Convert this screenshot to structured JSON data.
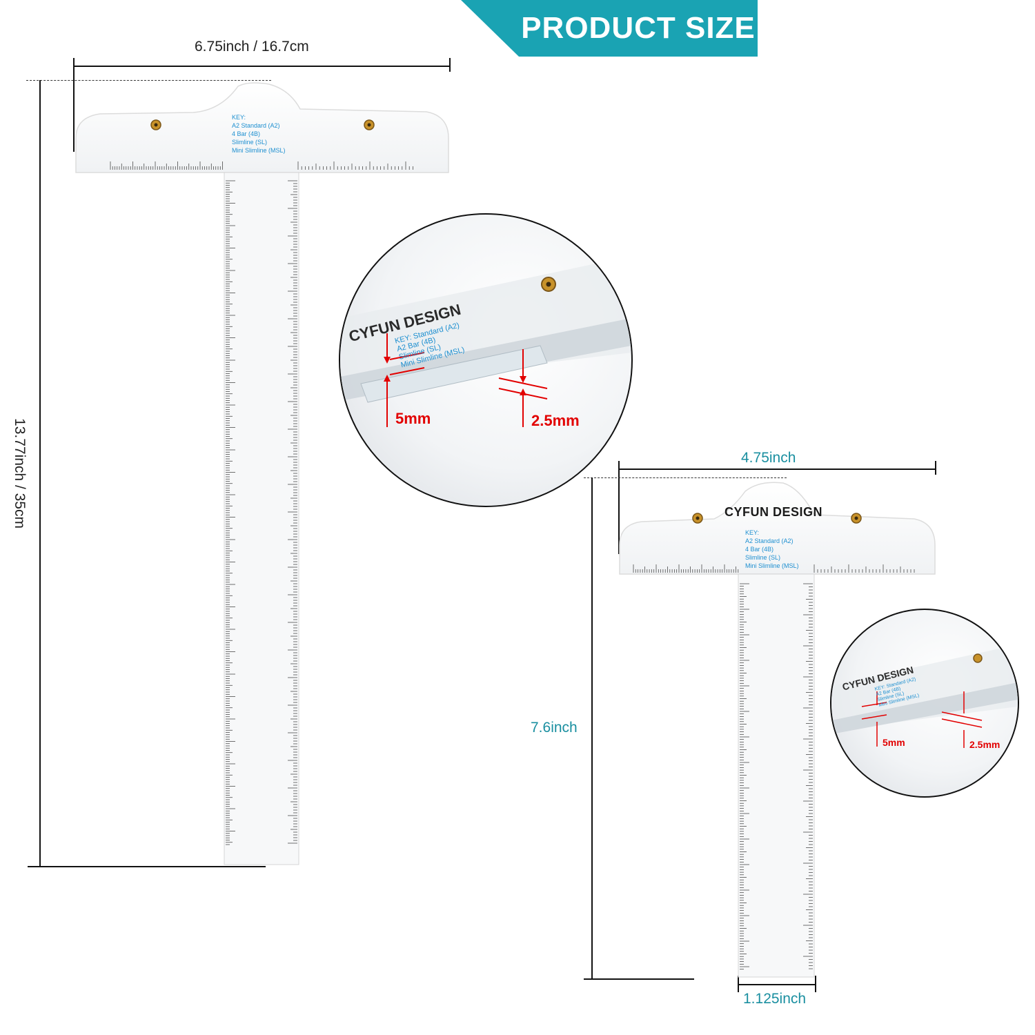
{
  "header": {
    "banner_text": "PRODUCT SIZE"
  },
  "large_ruler": {
    "width_label": "6.75inch / 16.7cm",
    "height_label": "13.77inch / 35cm",
    "key_lines": [
      "KEY:",
      "A2 Standard (A2)",
      "4 Bar (4B)",
      "Slimline (SL)",
      "Mini Slimline (MSL)"
    ]
  },
  "small_ruler": {
    "brand": "CYFUN DESIGN",
    "width_label": "4.75inch",
    "height_label": "7.6inch",
    "blade_width_label": "1.125inch",
    "key_lines": [
      "KEY:",
      "A2 Standard (A2)",
      "4 Bar (4B)",
      "Slimline (SL)",
      "Mini Slimline (MSL)"
    ]
  },
  "zoom_large": {
    "brand": "CYFUN DESIGN",
    "key_lines": [
      "KEY: Standard (A2)",
      "A2 Bar (4B)",
      "Slimline (SL)",
      "Mini Slimline (MSL)"
    ],
    "thickness_a": "5mm",
    "thickness_b": "2.5mm"
  },
  "zoom_small": {
    "brand": "CYFUN DESIGN",
    "key_lines": [
      "KEY: Standard (A2)",
      "A2 Bar (4B)",
      "Slimline (SL)",
      "Mini Slimline (MSL)"
    ],
    "thickness_a": "5mm",
    "thickness_b": "2.5mm"
  },
  "colors": {
    "banner": "#1aa3b3",
    "key_text": "#1d8fd0",
    "measure_red": "#e20000"
  }
}
